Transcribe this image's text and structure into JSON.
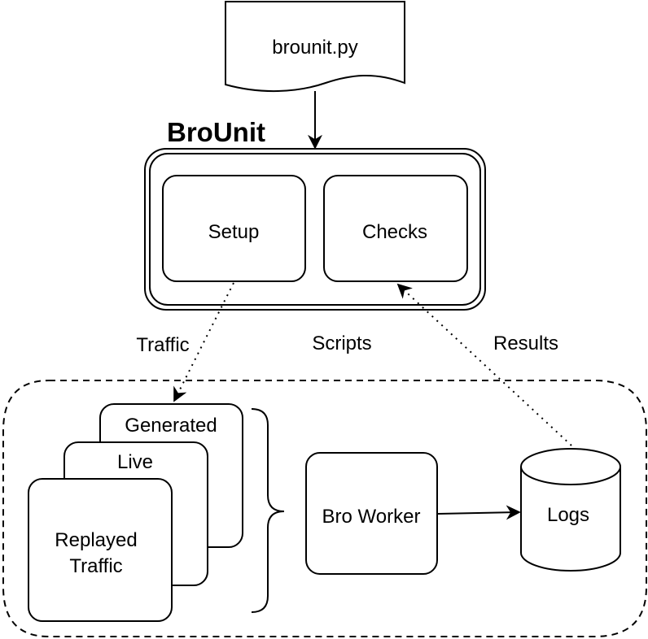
{
  "document": {
    "label": "brounit.py"
  },
  "brounit": {
    "title": "BroUnit",
    "setup_label": "Setup",
    "checks_label": "Checks"
  },
  "edge_labels": {
    "traffic": "Traffic",
    "scripts": "Scripts",
    "results": "Results"
  },
  "traffic_stack": {
    "generated": "Generated",
    "live": "Live",
    "replayed_line1": "Replayed",
    "replayed_line2": "Traffic"
  },
  "worker": {
    "label": "Bro Worker"
  },
  "logs": {
    "label": "Logs"
  }
}
